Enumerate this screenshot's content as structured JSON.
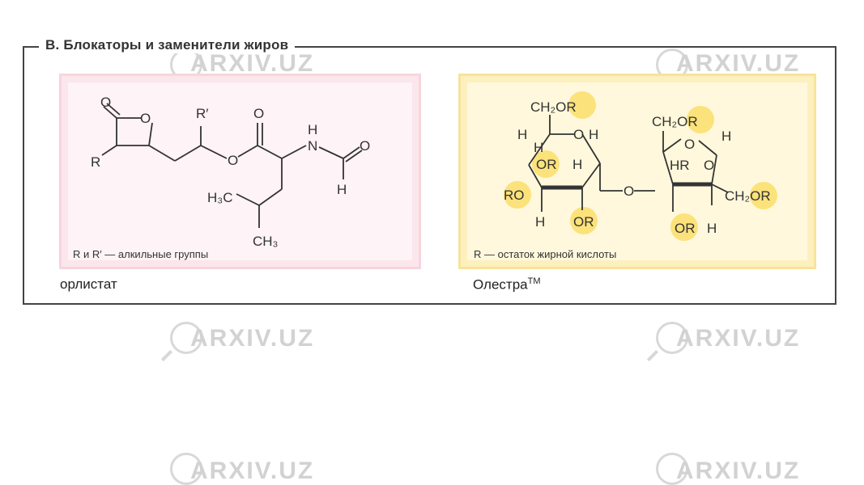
{
  "section_title": "В. Блокаторы и заменители жиров",
  "left_panel": {
    "note": "R и R′ — алкильные группы",
    "caption": "орлистат",
    "atoms": {
      "o1": "O",
      "o2": "O",
      "r": "R",
      "r_prime": "R′",
      "o_ester": "O",
      "o_carbonyl": "O",
      "h_nh": "H",
      "n": "N",
      "o_formyl": "O",
      "h_formyl": "H",
      "h3c": "H₃C",
      "ch3": "CH₃"
    }
  },
  "right_panel": {
    "note": "R — остаток жирной кислоты",
    "caption": "Олестра",
    "caption_mark": "TM",
    "atoms": {
      "ch2or_top": "CH₂OR",
      "h_left": "H",
      "o_ring": "O",
      "h_right": "H",
      "h_inner": "H",
      "or_inner": "OR",
      "h_mid": "H",
      "ro": "RO",
      "h_bottom": "H",
      "or_bottom": "OR",
      "o_bridge": "O",
      "ch2or_fru": "CH₂OR",
      "o_fru": "O",
      "h_fru": "H",
      "hr": "HR",
      "o_fru2": "O",
      "ch2or_fru2": "CH₂OR",
      "or_fru": "OR",
      "h_fru2": "H"
    }
  },
  "watermark": "ARXIV.UZ"
}
